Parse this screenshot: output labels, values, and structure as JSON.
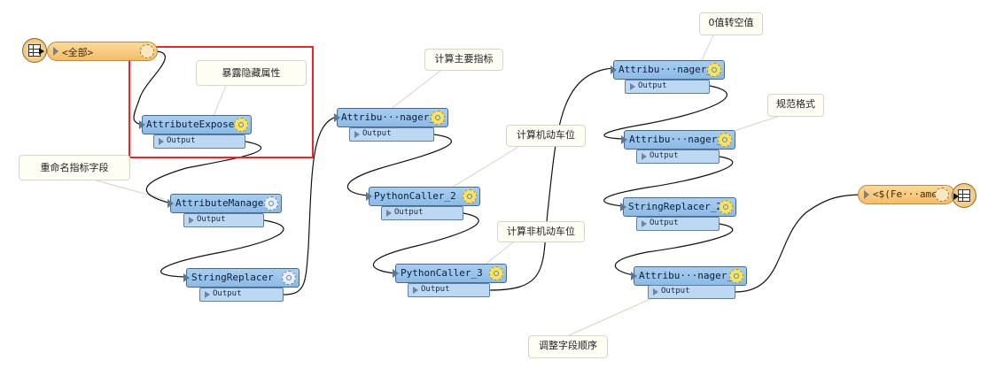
{
  "colors": {
    "transformer_fill": "#9cc4ec",
    "port_fill": "#bcd8f3",
    "feature_fill": "#f8c97c",
    "highlight_box": "#e8272a",
    "connector": "#111111",
    "note_fill": "#fefef5"
  },
  "reader": {
    "label": "<全部>",
    "icon": "table-icon"
  },
  "writer": {
    "label": "<$(Fe···ame)>",
    "icon": "table-icon"
  },
  "transformers": {
    "attribute_exposer": {
      "title": "AttributeExposer",
      "port": "Output",
      "status": "warning"
    },
    "attribute_manager": {
      "title": "AttributeManager",
      "port": "Output",
      "status": "ok"
    },
    "string_replacer": {
      "title": "StringReplacer",
      "port": "Output",
      "status": "ok"
    },
    "attribute_manager_8": {
      "title": "Attribu···nager_8",
      "port": "Output",
      "status": "warning"
    },
    "python_caller_2": {
      "title": "PythonCaller_2",
      "port": "Output",
      "status": "warning"
    },
    "python_caller_3": {
      "title": "PythonCaller_3",
      "port": "Output",
      "status": "warning"
    },
    "attribute_manager_3": {
      "title": "Attribu···nager_3",
      "port": "Output",
      "status": "warning"
    },
    "attribute_manager_4": {
      "title": "Attribu···nager_4",
      "port": "Output",
      "status": "warning"
    },
    "string_replacer_2": {
      "title": "StringReplacer_2",
      "port": "Output",
      "status": "warning"
    },
    "attribute_manager_5": {
      "title": "Attribu···nager_5",
      "port": "Output",
      "status": "warning"
    }
  },
  "annotations": {
    "expose_hidden": "暴露隐藏属性",
    "rename_fields": "重命名指标字段",
    "compute_main": "计算主要指标",
    "compute_motor": "计算机动车位",
    "compute_nonmotor": "计算非机动车位",
    "zero_to_null": "0值转空值",
    "normalize_format": "规范格式",
    "reorder_fields": "调整字段顺序"
  }
}
